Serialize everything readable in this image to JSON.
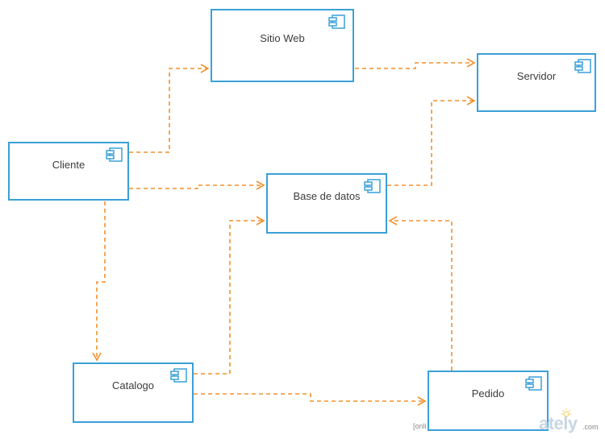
{
  "diagram": {
    "components": {
      "sitio_web": {
        "label": "Sitio Web",
        "icon": "uml-component-icon"
      },
      "servidor": {
        "label": "Servidor",
        "icon": "uml-component-icon"
      },
      "cliente": {
        "label": "Cliente",
        "icon": "uml-component-icon"
      },
      "base_de_datos": {
        "label": "Base de datos",
        "icon": "uml-component-icon"
      },
      "catalogo": {
        "label": "Catalogo",
        "icon": "uml-component-icon"
      },
      "pedido": {
        "label": "Pedido",
        "icon": "uml-component-icon"
      }
    },
    "dependencies": [
      {
        "from": "cliente",
        "to": "sitio_web",
        "style": "dashed"
      },
      {
        "from": "sitio_web",
        "to": "servidor",
        "style": "dashed"
      },
      {
        "from": "cliente",
        "to": "base_de_datos",
        "style": "dashed"
      },
      {
        "from": "base_de_datos",
        "to": "servidor",
        "style": "dashed"
      },
      {
        "from": "cliente",
        "to": "catalogo",
        "style": "dashed"
      },
      {
        "from": "catalogo",
        "to": "base_de_datos",
        "style": "dashed"
      },
      {
        "from": "catalogo",
        "to": "pedido",
        "style": "dashed"
      },
      {
        "from": "pedido",
        "to": "base_de_datos",
        "style": "dashed"
      }
    ],
    "colors": {
      "box_border": "#3aa0d8",
      "connector": "#f0922e",
      "label": "#3c3c3c"
    }
  },
  "watermark": {
    "prefix": "[onli",
    "brand": "ately",
    "suffix": ".com"
  }
}
